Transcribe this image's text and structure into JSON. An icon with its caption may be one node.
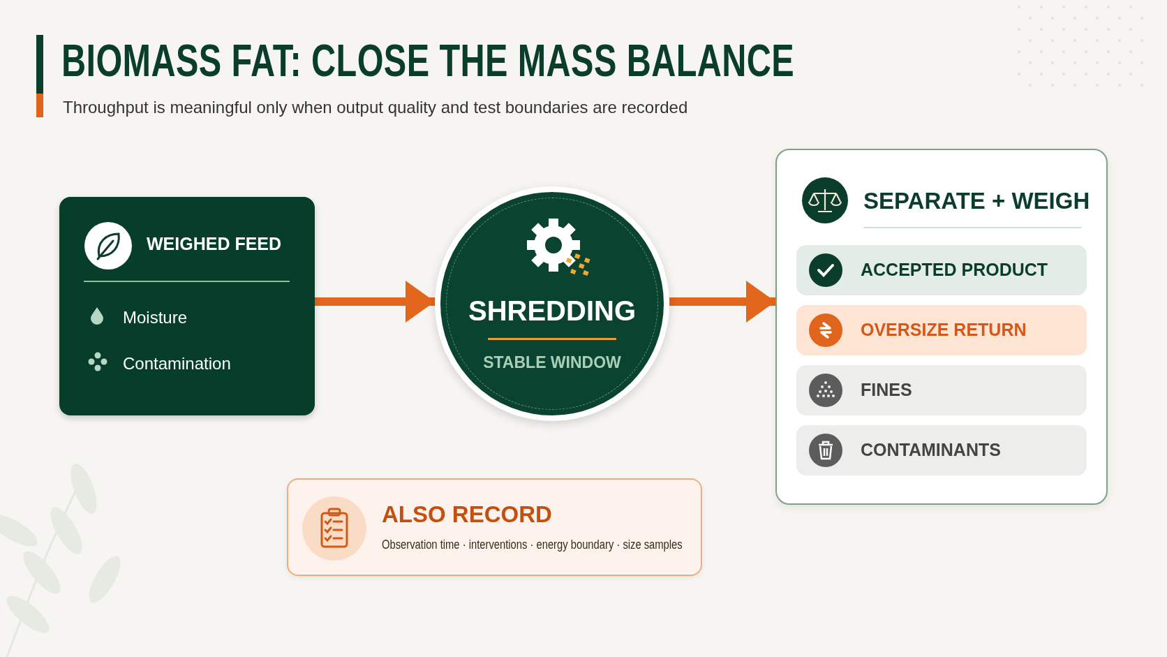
{
  "diagram": {
    "title": "BIOMASS FAT: CLOSE THE MASS BALANCE",
    "caption": "Throughput is meaningful only when output quality and test boundaries are recorded",
    "nodes": [
      {
        "text": [
          "WEIGHED FEED",
          "Moisture",
          "Contamination"
        ]
      },
      {
        "text": [
          "SHREDDING",
          "STABLE WINDOW"
        ]
      },
      {
        "text": [
          "SEPARATE + WEIGH"
        ]
      },
      {
        "text": [
          "ACCEPTED PRODUCT"
        ],
        "in": 2
      },
      {
        "text": [
          "OVERSIZE RETURN"
        ],
        "in": 2
      },
      {
        "text": [
          "FINES"
        ],
        "in": 2
      },
      {
        "text": [
          "CONTAMINANTS"
        ],
        "in": 2
      },
      {
        "text": [
          "ALSO RECORD",
          "Observation time · interventions · energy boundary · size samples"
        ]
      }
    ],
    "edges": [
      {
        "from": 0,
        "to": 1,
        "arrow": "to"
      },
      {
        "from": 1,
        "to": 2,
        "arrow": "to"
      }
    ]
  }
}
